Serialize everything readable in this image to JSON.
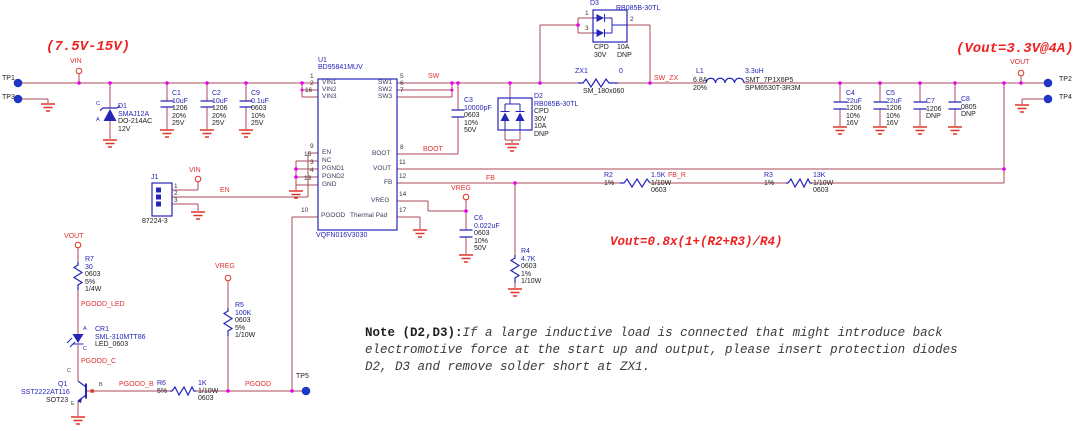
{
  "annotations": {
    "input_range": "(7.5V-15V)",
    "output_spec": "(Vout=3.3V@4A)",
    "formula": "Vout=0.8x(1+(R2+R3)/R4)",
    "note_title": "Note (D2,D3):",
    "note_line1": "If a large inductive load is connected that might introduce back",
    "note_line2": "electromotive force at the start up and output, please insert protection diodes",
    "note_line3": "D2, D3 and remove solder short at ZX1."
  },
  "nets": {
    "vin": "VIN",
    "vout": "VOUT",
    "vreg": "VREG",
    "en": "EN",
    "sw": "SW",
    "boot": "BOOT",
    "sw_zx": "SW_ZX",
    "fb": "FB",
    "fb_r": "FB_R",
    "pgood": "PGOOD",
    "pgood_led": "PGOOD_LED",
    "pgood_c": "PGOOD_C",
    "pgood_b": "PGOOD_B"
  },
  "test_points": {
    "tp1": "TP1",
    "tp2": "TP2",
    "tp3": "TP3",
    "tp4": "TP4",
    "tp5": "TP5"
  },
  "u1": {
    "ref": "U1",
    "part": "BD95841MUV",
    "package": "VQFN016V3030",
    "pins": {
      "vin1": {
        "num": "1",
        "label": "VIN1"
      },
      "vin2": {
        "num": "2",
        "label": "VIN2"
      },
      "vin3": {
        "num": "16",
        "label": "VIN3"
      },
      "sw1": {
        "num": "5",
        "label": "SW1"
      },
      "sw2": {
        "num": "6",
        "label": "SW2"
      },
      "sw3": {
        "num": "7",
        "label": "SW3"
      },
      "en": {
        "num": "9",
        "label": "EN"
      },
      "nc": {
        "num": "15",
        "label": "NC"
      },
      "pgnd1": {
        "num": "3",
        "label": "PGND1"
      },
      "pgnd2": {
        "num": "4",
        "label": "PGND2"
      },
      "gnd": {
        "num": "13",
        "label": "GND"
      },
      "boot": {
        "num": "8",
        "label": "BOOT"
      },
      "vout": {
        "num": "11",
        "label": "VOUT"
      },
      "fb": {
        "num": "12",
        "label": "FB"
      },
      "vreg": {
        "num": "14",
        "label": "VREG"
      },
      "pgood": {
        "num": "10",
        "label": "PGOOD"
      },
      "pad": {
        "num": "17",
        "label": "Thermal Pad"
      }
    }
  },
  "components": {
    "d1": {
      "lines": [
        "D1",
        "SMAJ12A",
        "DO-214AC",
        "12V"
      ],
      "marks": {
        "c": "C",
        "a": "A"
      }
    },
    "c1": {
      "lines": [
        "C1",
        "10uF",
        "1206",
        "20%",
        "25V"
      ]
    },
    "c2": {
      "lines": [
        "C2",
        "10uF",
        "1206",
        "20%",
        "25V"
      ]
    },
    "c9": {
      "lines": [
        "C9",
        "0.1uF",
        "0603",
        "10%",
        "25V"
      ]
    },
    "c3": {
      "lines": [
        "C3",
        "10000pF",
        "0603",
        "10%",
        "50V"
      ]
    },
    "d2": {
      "lines": [
        "D2",
        "RB085B-30TL",
        "CPD",
        "30V",
        "10A",
        "DNP"
      ]
    },
    "d3": {
      "ref": "D3",
      "part": "RB085B-30TL",
      "col1": [
        "CPD",
        "30V"
      ],
      "col2": [
        "10A",
        "DNP"
      ],
      "pin1": "1",
      "pin2": "2",
      "pin3": "3"
    },
    "zx1": {
      "ref": "ZX1",
      "value": "0",
      "footprint": "SM_180x060"
    },
    "l1": {
      "ref": "L1",
      "value": "3.3uH",
      "left": [
        "6.8A",
        "20%"
      ],
      "right": [
        "SMT_7P1X6P5",
        "SPM6530T-3R3M"
      ]
    },
    "c4": {
      "lines": [
        "C4",
        "22uF",
        "1206",
        "10%",
        "16V"
      ]
    },
    "c5": {
      "lines": [
        "C5",
        "22uF",
        "1206",
        "10%",
        "16V"
      ]
    },
    "c7": {
      "lines": [
        "C7",
        "1206",
        "DNP"
      ]
    },
    "c8": {
      "lines": [
        "C8",
        "0805",
        "DNP"
      ]
    },
    "r2": {
      "left": [
        "R2",
        "1%"
      ],
      "right": [
        "1.5K",
        "1/10W",
        "0603"
      ]
    },
    "r3": {
      "left": [
        "R3",
        "1%"
      ],
      "right": [
        "13K",
        "1/10W",
        "0603"
      ]
    },
    "r4": {
      "lines": [
        "R4",
        "4.7K",
        "0603",
        "1%",
        "1/10W"
      ]
    },
    "c6": {
      "lines": [
        "C6",
        "0.022uF",
        "0603",
        "10%",
        "50V"
      ]
    },
    "r5": {
      "lines": [
        "R5",
        "100K",
        "0603",
        "5%",
        "1/10W"
      ]
    },
    "r7": {
      "lines": [
        "R7",
        "30",
        "0603",
        "5%",
        "1/4W"
      ]
    },
    "cr1": {
      "lines": [
        "CR1",
        "SML-310MTT86",
        "LED_0603"
      ],
      "marks": {
        "a": "A",
        "c": "C"
      }
    },
    "q1": {
      "ref": "Q1",
      "part": "SST2222AT116",
      "package": "SOT23",
      "marks": {
        "c": "C",
        "b": "B",
        "e": "E"
      }
    },
    "r6": {
      "left": [
        "R6",
        "5%"
      ],
      "right": [
        "1K",
        "1/10W",
        "0603"
      ]
    },
    "j1": {
      "ref": "J1",
      "part": "87224-3",
      "pins": [
        "1",
        "2",
        "3"
      ]
    }
  }
}
